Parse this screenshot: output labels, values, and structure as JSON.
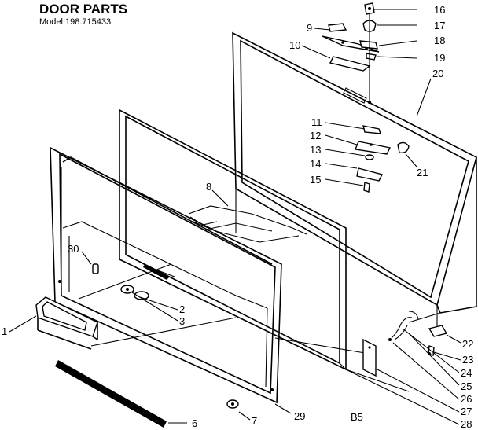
{
  "header": {
    "title": "DOOR PARTS",
    "model": "Model 198.715433"
  },
  "footer_code": "B5",
  "callouts": {
    "c1": "1",
    "c2": "2",
    "c3": "3",
    "c6": "6",
    "c7": "7",
    "c8": "8",
    "c9": "9",
    "c10": "10",
    "c11": "11",
    "c12": "12",
    "c13": "13",
    "c14": "14",
    "c15": "15",
    "c16": "16",
    "c17": "17",
    "c18": "18",
    "c19": "19",
    "c20": "20",
    "c21": "21",
    "c22": "22",
    "c23": "23",
    "c24": "24",
    "c25": "25",
    "c26": "26",
    "c27": "27",
    "c28": "28",
    "c29": "29",
    "c30": "30"
  }
}
